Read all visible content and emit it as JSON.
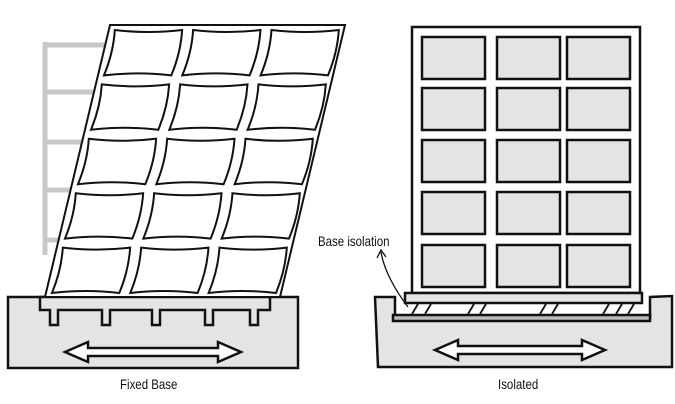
{
  "labels": {
    "fixed_base": "Fixed Base",
    "isolated": "Isolated",
    "base_isolation": "Base isolation"
  },
  "colors": {
    "stroke": "#111111",
    "fill": "#e4e4e4",
    "ghost": "#c8c8c8"
  }
}
